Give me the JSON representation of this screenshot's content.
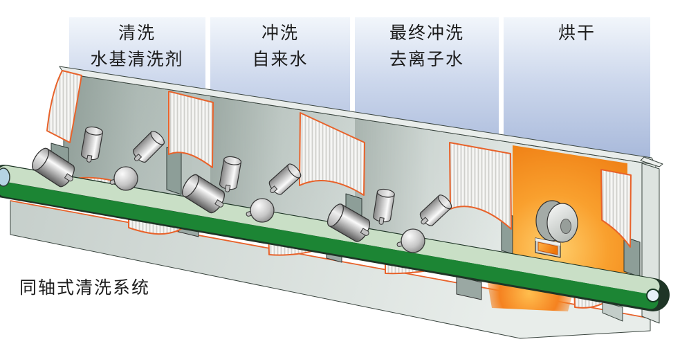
{
  "figure": {
    "caption": "同轴式清洗系统"
  },
  "stages": [
    {
      "process": "清洗",
      "medium": "水基清洗剂"
    },
    {
      "process": "冲洗",
      "medium": "自来水"
    },
    {
      "process": "最终冲洗",
      "medium": "去离子水"
    },
    {
      "process": "烘干",
      "medium": ""
    }
  ],
  "colors": {
    "stage_panel_top": "#eef3fa",
    "stage_panel_bottom": "#a7b8da",
    "belt_top": "#c9dfc6",
    "belt_front": "#1c8534",
    "heat_orange": "#f58220",
    "curtain_edge": "#e8622a",
    "machine_gray": "#c2cdc8",
    "label_text": "#1c1c1c"
  }
}
